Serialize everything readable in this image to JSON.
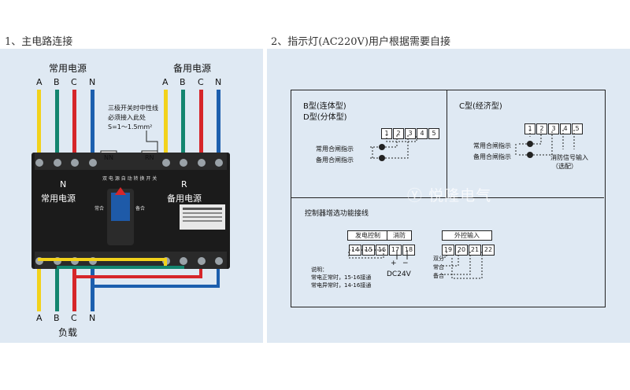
{
  "left_section": {
    "title": "1、主电路连接",
    "normal_source_label": "常用电源",
    "backup_source_label": "备用电源",
    "load_label": "负载",
    "phases_normal": [
      "A",
      "B",
      "C",
      "N"
    ],
    "phases_backup": [
      "A",
      "B",
      "C",
      "N"
    ],
    "phases_load": [
      "A",
      "B",
      "C",
      "N"
    ],
    "note_lines": [
      "三极开关时中性线",
      "必须接入此处",
      "S=1～1.5mm²"
    ],
    "nn_label": "NN",
    "rn_label": "RN",
    "device_top_text": "双 电 源 自 动 转 换 开 关",
    "device_n_letter": "N",
    "device_n_text": "常用电源",
    "device_r_letter": "R",
    "device_r_text": "备用电源",
    "handle_left_text": "常合",
    "handle_right_text": "备合",
    "wire_colors": {
      "A": "#f2d21b",
      "B": "#13856f",
      "C": "#d6262a",
      "N": "#1c5fae"
    }
  },
  "right_section": {
    "title": "2、指示灯(AC220V)用户根据需要自接",
    "watermark": "悦隆电气",
    "bd_type": {
      "title_lines": [
        "B型(连体型)",
        "D型(分体型)"
      ],
      "terminals": [
        "1",
        "2",
        "3",
        "4",
        "5"
      ],
      "indicator_normal": "常用合闸指示",
      "indicator_backup": "备用合闸指示"
    },
    "c_type": {
      "title": "C型(经济型)",
      "terminals": [
        "1",
        "2",
        "3",
        "4",
        "5"
      ],
      "indicator_normal": "常用合闸指示",
      "indicator_backup": "备用合闸指示",
      "fire_input_lines": [
        "消防信号输入",
        "（选配）"
      ]
    },
    "controller": {
      "title": "控制器增选功能接线",
      "gen_control_label": "发电控制",
      "fire_label": "消防",
      "gen_terminals": [
        "14",
        "15",
        "16"
      ],
      "fire_terminals": [
        "17",
        "18"
      ],
      "dc_label": "DC24V",
      "plus": "+",
      "minus": "−",
      "ext_input_label": "外控输入",
      "ext_terminals": [
        "19",
        "20",
        "21",
        "22"
      ],
      "ext_items": [
        "双分",
        "常合",
        "备合"
      ],
      "note_lines": [
        "说明：",
        "常电正常时，15-16接通",
        "常电异常时，14-16接通"
      ]
    }
  }
}
